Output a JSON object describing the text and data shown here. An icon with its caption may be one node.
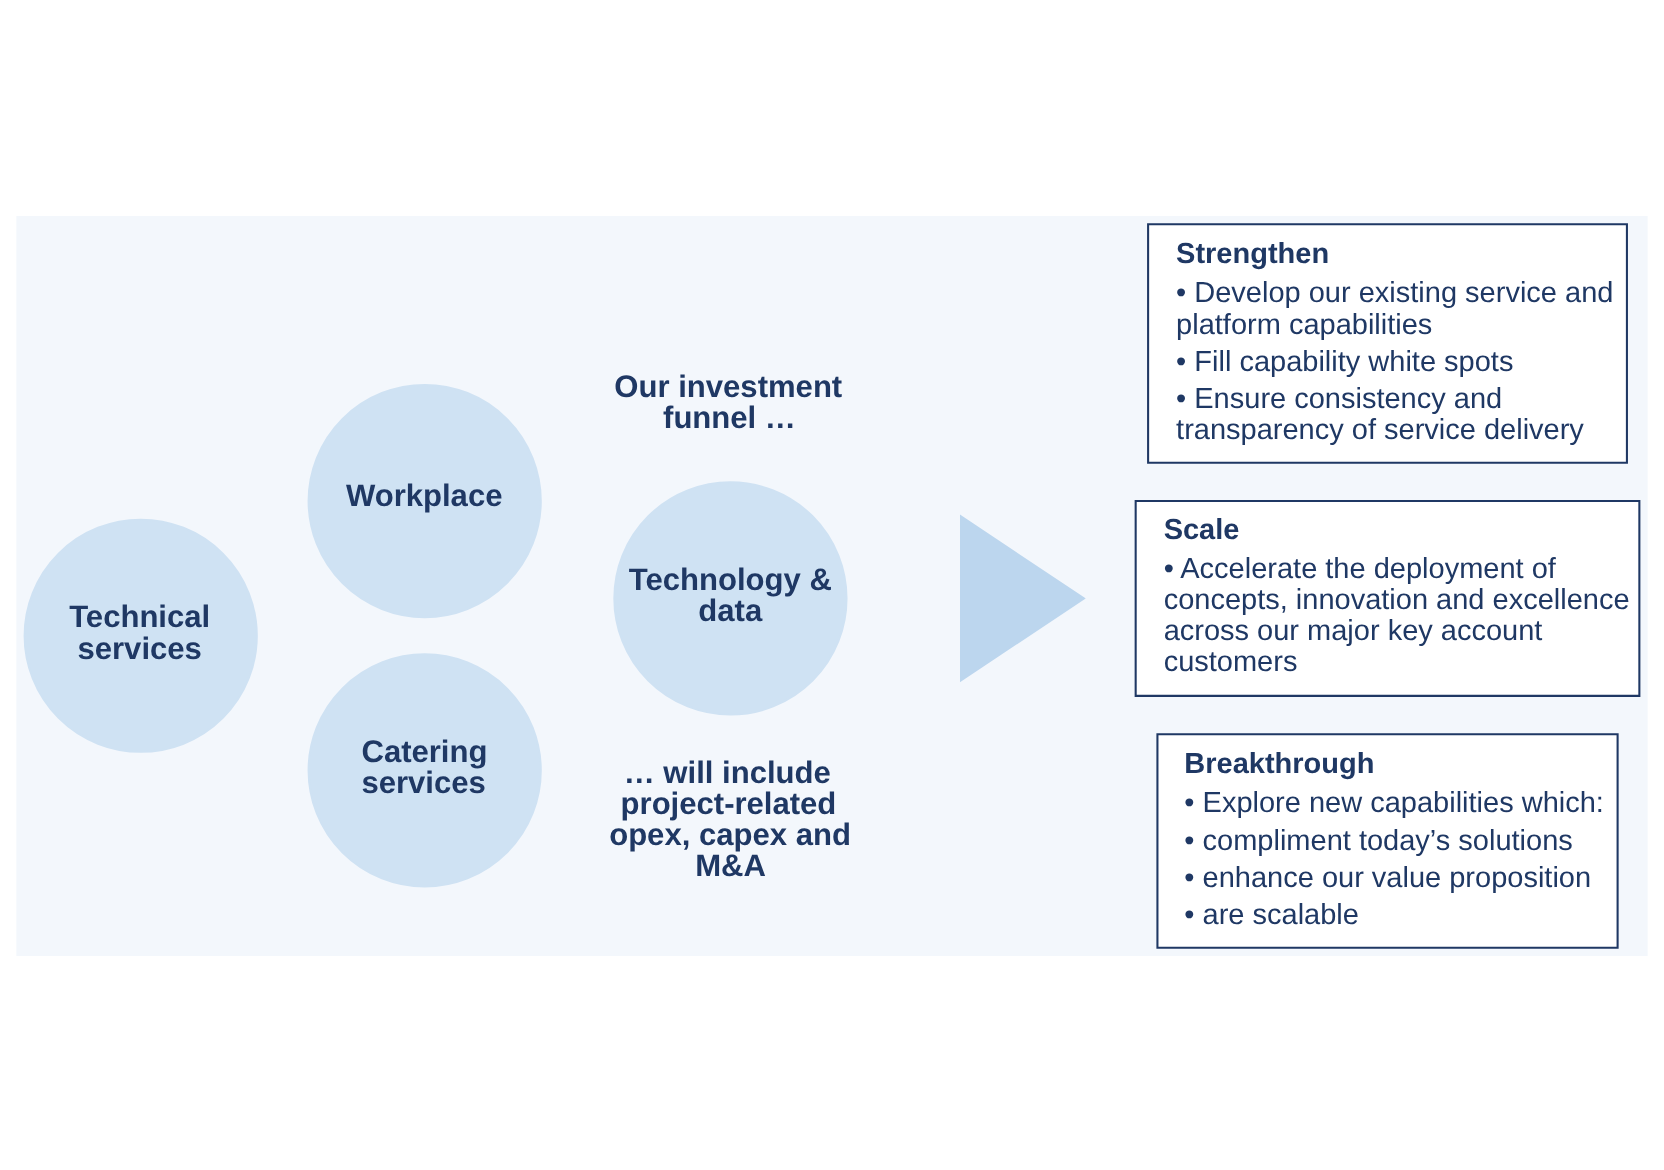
{
  "diagram": {
    "nodes": [
      {
        "text": [
          "Workplace"
        ]
      },
      {
        "text": [
          "Technical services"
        ]
      },
      {
        "text": [
          "Technology & data"
        ]
      },
      {
        "text": [
          "Catering services"
        ]
      },
      {
        "text": [],
        "shape": "triangle"
      },
      {
        "text": [
          "Strengthen",
          "• Develop our existing service and platform capabilities",
          "• Fill capability white spots",
          "• Ensure consistency and transparency of service delivery"
        ]
      },
      {
        "text": [
          "Scale",
          "• Accelerate the deployment of concepts, innovation and excellence across our major key account customers"
        ]
      },
      {
        "text": [
          "Breakthrough",
          "• Explore new capabilities which:",
          "• compliment today’s solutions",
          "• enhance our value proposition",
          "• are scalable"
        ]
      }
    ],
    "labels": [
      "Our investment funnel …",
      "… will include project-related opex, capex and M&A"
    ]
  }
}
